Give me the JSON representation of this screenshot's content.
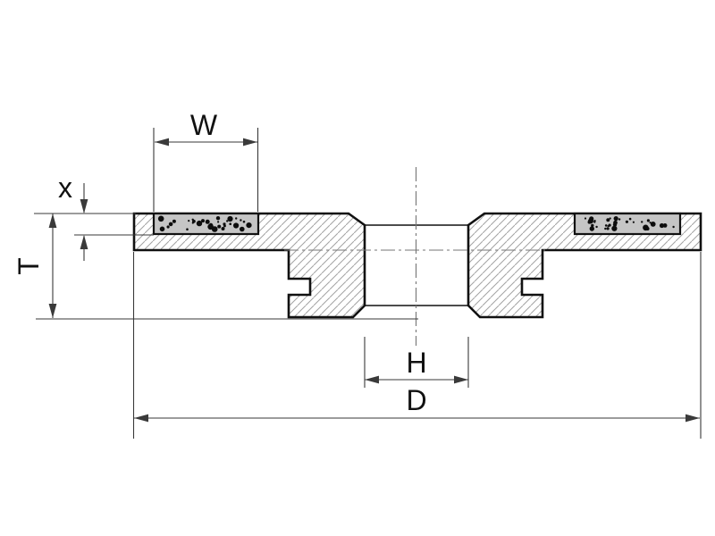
{
  "drawing": {
    "labels": {
      "segment_width": "W",
      "abrasive_depth": "x",
      "thickness": "T",
      "bore_diameter": "H",
      "outer_diameter": "D"
    },
    "colors": {
      "background": "#ffffff",
      "outline": "#111111",
      "dimension": "#3a3a3a",
      "centerline": "#757575",
      "hatch": "#a3a3a3",
      "abrasive_fill": "#c5c5c5",
      "abrasive_dots": "#0d0d0d"
    }
  }
}
